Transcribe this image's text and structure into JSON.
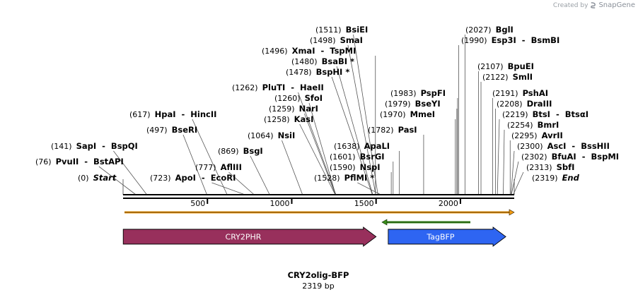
{
  "credit": {
    "prefix": "Created by",
    "brand": "SnapGene"
  },
  "title": "CRY2olig-BFP",
  "length_label": "2319 bp",
  "total_bp": 2319,
  "ruler_ticks": [
    "500",
    "1000",
    "1500",
    "2000"
  ],
  "colors": {
    "cry2phr": "#98305c",
    "tagbfp": "#2e65f2",
    "orange_track": "#f39c12",
    "green_primer": "#3a8f1a",
    "backbone": "#000000",
    "leader": "#444444"
  },
  "features": [
    {
      "name": "CRY2PHR",
      "start": 1,
      "end": 1500,
      "direction": "forward",
      "color": "cry2phr"
    },
    {
      "name": "TagBFP",
      "start": 1572,
      "end": 2269,
      "direction": "forward",
      "color": "tagbfp"
    }
  ],
  "sites": [
    {
      "pos": "(0)",
      "name": "Start",
      "bp": 0,
      "italic": true
    },
    {
      "pos": "(76)",
      "name": "PvuII  -  BstAPI",
      "bp": 76
    },
    {
      "pos": "(141)",
      "name": "SapI  -  BspQI",
      "bp": 141
    },
    {
      "pos": "(497)",
      "name": "BseRI",
      "bp": 497
    },
    {
      "pos": "(617)",
      "name": "HpaI  -  HincII",
      "bp": 617
    },
    {
      "pos": "(723)",
      "name": "ApoI  -  EcoRI",
      "bp": 723
    },
    {
      "pos": "(777)",
      "name": "AflIII",
      "bp": 777
    },
    {
      "pos": "(869)",
      "name": "BsgI",
      "bp": 869
    },
    {
      "pos": "(1064)",
      "name": "NsiI",
      "bp": 1064
    },
    {
      "pos": "(1258)",
      "name": "KasI",
      "bp": 1258
    },
    {
      "pos": "(1259)",
      "name": "NarI",
      "bp": 1259
    },
    {
      "pos": "(1260)",
      "name": "SfoI",
      "bp": 1260
    },
    {
      "pos": "(1262)",
      "name": "PluTI  -  HaeII",
      "bp": 1262
    },
    {
      "pos": "(1478)",
      "name": "BspHI *",
      "bp": 1478
    },
    {
      "pos": "(1480)",
      "name": "BsaBI *",
      "bp": 1480
    },
    {
      "pos": "(1496)",
      "name": "XmaI  -  TspMI",
      "bp": 1496
    },
    {
      "pos": "(1498)",
      "name": "SmaI",
      "bp": 1498
    },
    {
      "pos": "(1511)",
      "name": "BsiEI",
      "bp": 1511
    },
    {
      "pos": "(1528)",
      "name": "PflMI *",
      "bp": 1528
    },
    {
      "pos": "(1590)",
      "name": "NspI",
      "bp": 1590
    },
    {
      "pos": "(1601)",
      "name": "BsrGI",
      "bp": 1601
    },
    {
      "pos": "(1638)",
      "name": "ApaLI",
      "bp": 1638
    },
    {
      "pos": "(1782)",
      "name": "PasI",
      "bp": 1782
    },
    {
      "pos": "(1970)",
      "name": "MmeI",
      "bp": 1970
    },
    {
      "pos": "(1979)",
      "name": "BseYI",
      "bp": 1979
    },
    {
      "pos": "(1983)",
      "name": "PspFI",
      "bp": 1983
    },
    {
      "pos": "(1990)",
      "name": "Esp3I  -  BsmBI",
      "bp": 1990
    },
    {
      "pos": "(2027)",
      "name": "BglI",
      "bp": 2027
    },
    {
      "pos": "(2107)",
      "name": "BpuEI",
      "bp": 2107
    },
    {
      "pos": "(2122)",
      "name": "SmlI",
      "bp": 2122
    },
    {
      "pos": "(2191)",
      "name": "PshAI",
      "bp": 2191
    },
    {
      "pos": "(2208)",
      "name": "DraIII",
      "bp": 2208
    },
    {
      "pos": "(2219)",
      "name": "BtsI  -  BtsαI",
      "bp": 2219
    },
    {
      "pos": "(2254)",
      "name": "BmrI",
      "bp": 2254
    },
    {
      "pos": "(2295)",
      "name": "AvrII",
      "bp": 2295
    },
    {
      "pos": "(2300)",
      "name": "AscI  -  BssHII",
      "bp": 2300
    },
    {
      "pos": "(2302)",
      "name": "BfuAI  -  BspMI",
      "bp": 2302
    },
    {
      "pos": "(2313)",
      "name": "SbfI",
      "bp": 2313
    },
    {
      "pos": "(2319)",
      "name": "End",
      "bp": 2319,
      "italic": true
    }
  ]
}
